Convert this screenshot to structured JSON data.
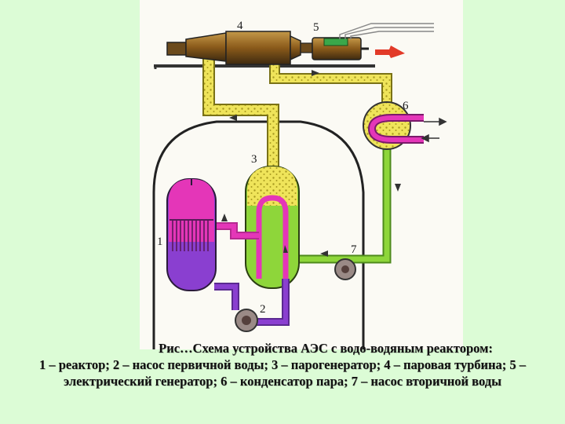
{
  "colors": {
    "steam_yellow": "#efe45a",
    "hot_magenta": "#e436b8",
    "core_purple": "#8a3fd0",
    "feed_green": "#8ed63a",
    "turbine_brown": "#9a6a22",
    "exhaust_red": "#e23a28",
    "page_bg": "#dcfcd6"
  },
  "diagram": {
    "labels": {
      "n1": "1",
      "n2": "2",
      "n3": "3",
      "n4": "4",
      "n5": "5",
      "n6": "6",
      "n7": "7"
    }
  },
  "caption": {
    "title": "Рис…Схема устройства АЭС с водо-водяным реактором:",
    "legend": "1 – реактор; 2 – насос первичной воды; 3 – парогенератор; 4 – паровая турбина; 5 – электрический генератор; 6 – конденсатор пара; 7 – насос вторичной воды"
  }
}
